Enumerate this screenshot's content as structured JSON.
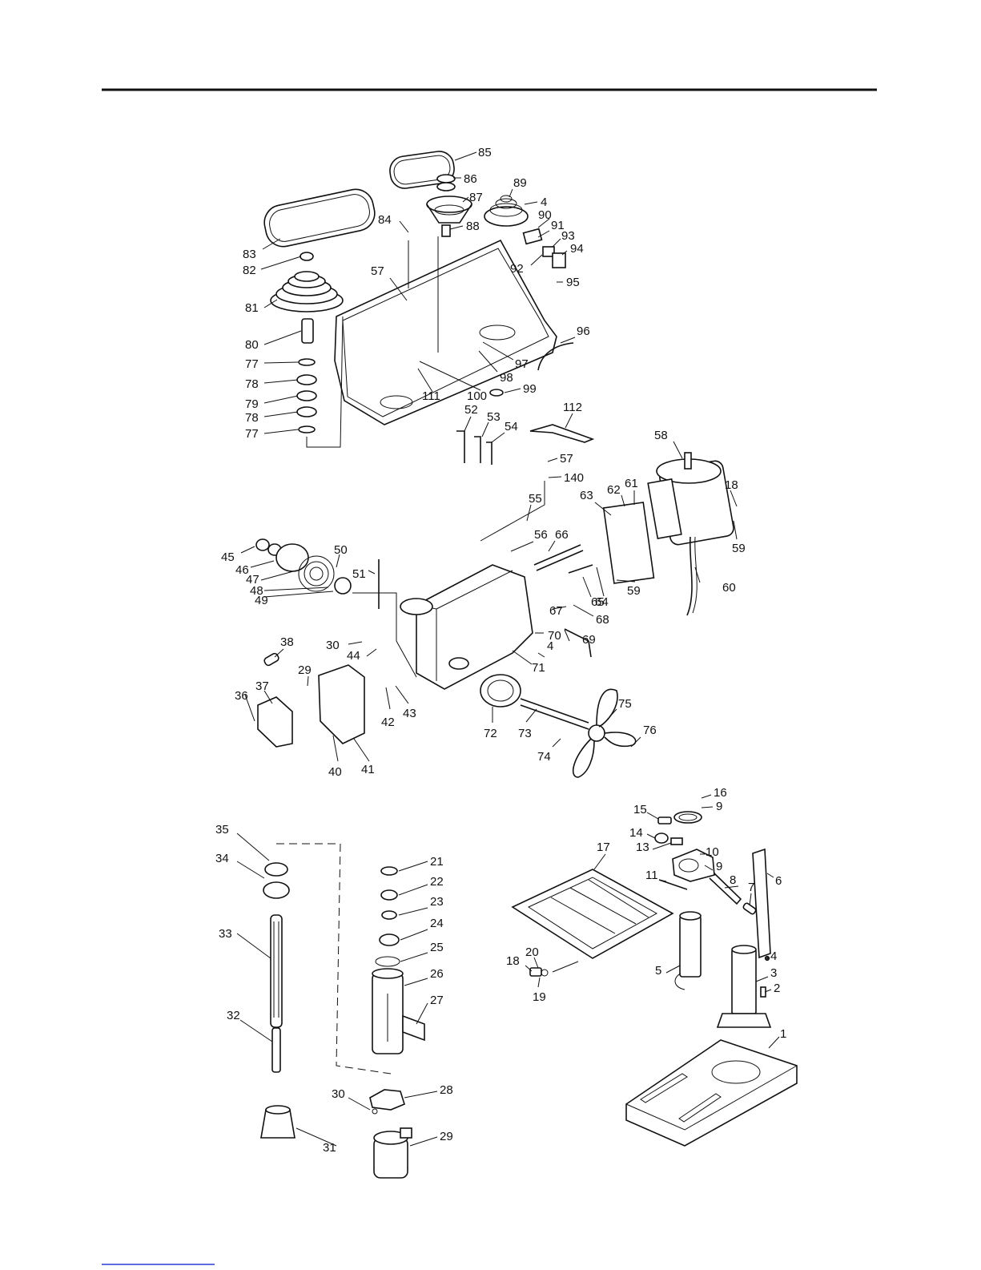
{
  "labels": [
    {
      "id": "85",
      "text": "85"
    },
    {
      "id": "86",
      "text": "86"
    },
    {
      "id": "87",
      "text": "87"
    },
    {
      "id": "89",
      "text": "89"
    },
    {
      "id": "4a",
      "text": "4"
    },
    {
      "id": "84",
      "text": "84"
    },
    {
      "id": "88",
      "text": "88"
    },
    {
      "id": "90",
      "text": "90"
    },
    {
      "id": "91",
      "text": "91"
    },
    {
      "id": "93",
      "text": "93"
    },
    {
      "id": "94",
      "text": "94"
    },
    {
      "id": "92",
      "text": "92"
    },
    {
      "id": "95",
      "text": "95"
    },
    {
      "id": "83",
      "text": "83"
    },
    {
      "id": "82",
      "text": "82"
    },
    {
      "id": "57a",
      "text": "57"
    },
    {
      "id": "81",
      "text": "81"
    },
    {
      "id": "80",
      "text": "80"
    },
    {
      "id": "77a",
      "text": "77"
    },
    {
      "id": "78a",
      "text": "78"
    },
    {
      "id": "79",
      "text": "79"
    },
    {
      "id": "78b",
      "text": "78"
    },
    {
      "id": "77b",
      "text": "77"
    },
    {
      "id": "96",
      "text": "96"
    },
    {
      "id": "97",
      "text": "97"
    },
    {
      "id": "98",
      "text": "98"
    },
    {
      "id": "99",
      "text": "99"
    },
    {
      "id": "100",
      "text": "100"
    },
    {
      "id": "111",
      "text": "111"
    },
    {
      "id": "52",
      "text": "52"
    },
    {
      "id": "53",
      "text": "53"
    },
    {
      "id": "54",
      "text": "54"
    },
    {
      "id": "112",
      "text": "112"
    },
    {
      "id": "58",
      "text": "58"
    },
    {
      "id": "57b",
      "text": "57"
    },
    {
      "id": "140",
      "text": "140"
    },
    {
      "id": "62",
      "text": "62"
    },
    {
      "id": "61",
      "text": "61"
    },
    {
      "id": "18a",
      "text": "18"
    },
    {
      "id": "63",
      "text": "63"
    },
    {
      "id": "55",
      "text": "55"
    },
    {
      "id": "59a",
      "text": "59"
    },
    {
      "id": "56",
      "text": "56"
    },
    {
      "id": "66",
      "text": "66"
    },
    {
      "id": "45",
      "text": "45"
    },
    {
      "id": "50",
      "text": "50"
    },
    {
      "id": "46",
      "text": "46"
    },
    {
      "id": "51",
      "text": "51"
    },
    {
      "id": "47",
      "text": "47"
    },
    {
      "id": "48",
      "text": "48"
    },
    {
      "id": "49",
      "text": "49"
    },
    {
      "id": "65",
      "text": "65"
    },
    {
      "id": "64",
      "text": "64"
    },
    {
      "id": "59b",
      "text": "59"
    },
    {
      "id": "60",
      "text": "60"
    },
    {
      "id": "67",
      "text": "67"
    },
    {
      "id": "68",
      "text": "68"
    },
    {
      "id": "38",
      "text": "38"
    },
    {
      "id": "30a",
      "text": "30"
    },
    {
      "id": "44",
      "text": "44"
    },
    {
      "id": "70",
      "text": "70"
    },
    {
      "id": "69",
      "text": "69"
    },
    {
      "id": "4b",
      "text": "4"
    },
    {
      "id": "71",
      "text": "71"
    },
    {
      "id": "29a",
      "text": "29"
    },
    {
      "id": "36",
      "text": "36"
    },
    {
      "id": "37",
      "text": "37"
    },
    {
      "id": "42",
      "text": "42"
    },
    {
      "id": "43",
      "text": "43"
    },
    {
      "id": "72",
      "text": "72"
    },
    {
      "id": "73",
      "text": "73"
    },
    {
      "id": "75",
      "text": "75"
    },
    {
      "id": "76",
      "text": "76"
    },
    {
      "id": "74",
      "text": "74"
    },
    {
      "id": "40",
      "text": "40"
    },
    {
      "id": "41",
      "text": "41"
    },
    {
      "id": "16",
      "text": "16"
    },
    {
      "id": "9a",
      "text": "9"
    },
    {
      "id": "15",
      "text": "15"
    },
    {
      "id": "35",
      "text": "35"
    },
    {
      "id": "17",
      "text": "17"
    },
    {
      "id": "14",
      "text": "14"
    },
    {
      "id": "13",
      "text": "13"
    },
    {
      "id": "10",
      "text": "10"
    },
    {
      "id": "21",
      "text": "21"
    },
    {
      "id": "34",
      "text": "34"
    },
    {
      "id": "9b",
      "text": "9"
    },
    {
      "id": "11",
      "text": "11"
    },
    {
      "id": "6",
      "text": "6"
    },
    {
      "id": "22",
      "text": "22"
    },
    {
      "id": "8",
      "text": "8"
    },
    {
      "id": "7",
      "text": "7"
    },
    {
      "id": "23",
      "text": "23"
    },
    {
      "id": "24",
      "text": "24"
    },
    {
      "id": "33",
      "text": "33"
    },
    {
      "id": "25",
      "text": "25"
    },
    {
      "id": "20",
      "text": "20"
    },
    {
      "id": "18b",
      "text": "18"
    },
    {
      "id": "4c",
      "text": "4"
    },
    {
      "id": "26",
      "text": "26"
    },
    {
      "id": "5",
      "text": "5"
    },
    {
      "id": "3",
      "text": "3"
    },
    {
      "id": "19",
      "text": "19"
    },
    {
      "id": "2",
      "text": "2"
    },
    {
      "id": "27",
      "text": "27"
    },
    {
      "id": "32",
      "text": "32"
    },
    {
      "id": "1",
      "text": "1"
    },
    {
      "id": "28",
      "text": "28"
    },
    {
      "id": "30b",
      "text": "30"
    },
    {
      "id": "29b",
      "text": "29"
    },
    {
      "id": "31",
      "text": "31"
    }
  ]
}
